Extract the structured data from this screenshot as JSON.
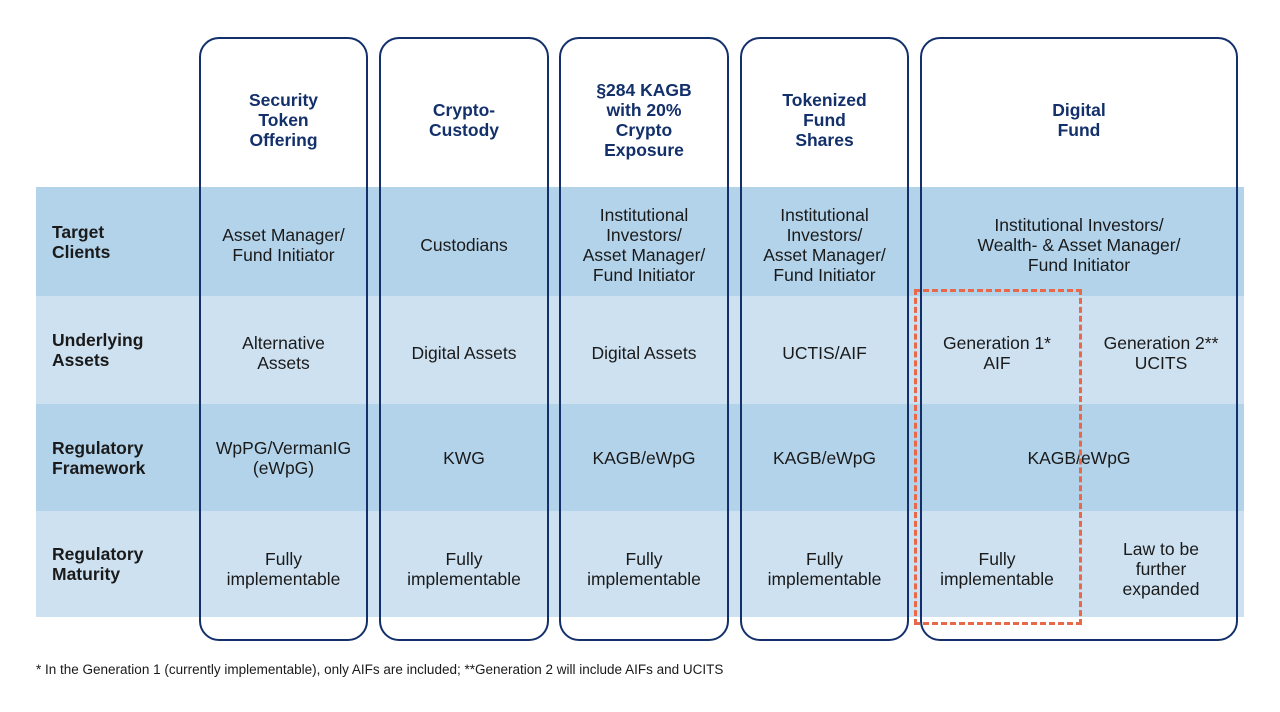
{
  "columns": [
    {
      "header": "Security\nToken\nOffering"
    },
    {
      "header": "Crypto-\nCustody"
    },
    {
      "header": "§284 KAGB\nwith 20%\nCrypto\nExposure"
    },
    {
      "header": "Tokenized\nFund\nShares"
    },
    {
      "header": "Digital\nFund"
    }
  ],
  "rows": {
    "target_clients": {
      "label": "Target\nClients",
      "cells": [
        "Asset Manager/\nFund Initiator",
        "Custodians",
        "Institutional\nInvestors/\nAsset Manager/\nFund Initiator",
        "Institutional\nInvestors/\nAsset Manager/\nFund Initiator",
        "Institutional Investors/\nWealth- & Asset Manager/\nFund Initiator"
      ]
    },
    "underlying_assets": {
      "label": "Underlying\nAssets",
      "cells": [
        "Alternative\nAssets",
        "Digital Assets",
        "Digital Assets",
        "UCTIS/AIF",
        "Generation 1*\nAIF",
        "Generation 2**\nUCITS"
      ]
    },
    "regulatory_framework": {
      "label": "Regulatory\nFramework",
      "cells": [
        "WpPG/VermanIG\n(eWpG)",
        "KWG",
        "KAGB/eWpG",
        "KAGB/eWpG",
        "KAGB/eWpG"
      ]
    },
    "regulatory_maturity": {
      "label": "Regulatory\nMaturity",
      "cells": [
        "Fully\nimplementable",
        "Fully\nimplementable",
        "Fully\nimplementable",
        "Fully\nimplementable",
        "Fully\nimplementable",
        "Law to be\nfurther\nexpanded"
      ]
    }
  },
  "footnote": "* In the Generation 1 (currently implementable), only AIFs are included; **Generation 2 will include AIFs and UCITS",
  "colors": {
    "frame": "#13306b",
    "band_dark": "#b3d3ea",
    "band_light": "#cde1f1",
    "highlight_dashed": "#e8694a"
  }
}
